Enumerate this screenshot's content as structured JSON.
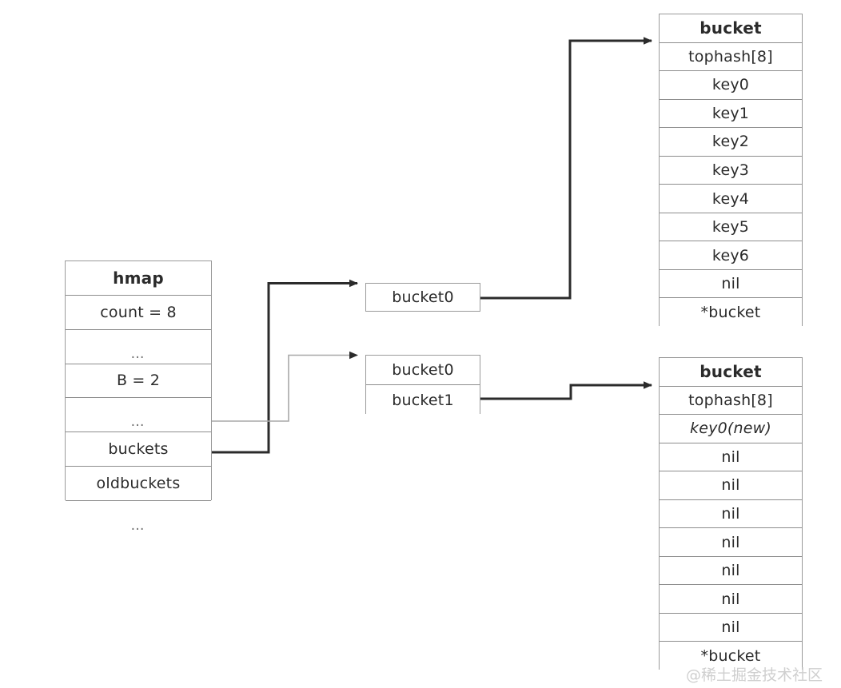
{
  "diagram": {
    "title": "Go map hmap growing / evacuation structure",
    "colors": {
      "box_border": "#9a9a9a",
      "row_divider": "#8d8d8d",
      "wire_dark": "#2b2b2b",
      "wire_light": "#a8a8a8",
      "text": "#2b2b2b",
      "watermark": "#cfcfcf"
    },
    "hmap": {
      "header": "hmap",
      "rows": [
        {
          "label": "hmap",
          "style": "header"
        },
        {
          "label": "count = 8",
          "style": "normal"
        },
        {
          "label": "…",
          "style": "dots"
        },
        {
          "label": "B = 2",
          "style": "normal"
        },
        {
          "label": "…",
          "style": "dots"
        },
        {
          "label": "buckets",
          "style": "normal"
        },
        {
          "label": "oldbuckets",
          "style": "normal"
        },
        {
          "label": "…",
          "style": "dots"
        }
      ]
    },
    "oldbuckets_array": {
      "rows": [
        {
          "label": "bucket0"
        }
      ]
    },
    "buckets_array": {
      "rows": [
        {
          "label": "bucket0"
        },
        {
          "label": "bucket1"
        }
      ]
    },
    "bucket_old": {
      "rows": [
        {
          "label": "bucket",
          "style": "header"
        },
        {
          "label": "tophash[8]",
          "style": "normal"
        },
        {
          "label": "key0",
          "style": "normal"
        },
        {
          "label": "key1",
          "style": "normal"
        },
        {
          "label": "key2",
          "style": "normal"
        },
        {
          "label": "key3",
          "style": "normal"
        },
        {
          "label": "key4",
          "style": "normal"
        },
        {
          "label": "key5",
          "style": "normal"
        },
        {
          "label": "key6",
          "style": "normal"
        },
        {
          "label": "nil",
          "style": "normal"
        },
        {
          "label": "*bucket",
          "style": "normal"
        }
      ]
    },
    "bucket_new": {
      "rows": [
        {
          "label": "bucket",
          "style": "header"
        },
        {
          "label": "tophash[8]",
          "style": "normal"
        },
        {
          "label": "key0(new)",
          "style": "italic"
        },
        {
          "label": "nil",
          "style": "normal"
        },
        {
          "label": "nil",
          "style": "normal"
        },
        {
          "label": "nil",
          "style": "normal"
        },
        {
          "label": "nil",
          "style": "normal"
        },
        {
          "label": "nil",
          "style": "normal"
        },
        {
          "label": "nil",
          "style": "normal"
        },
        {
          "label": "nil",
          "style": "normal"
        },
        {
          "label": "*bucket",
          "style": "normal"
        }
      ]
    },
    "connections": [
      {
        "name": "oldbuckets-to-oldbuckets-array",
        "from": "hmap.oldbuckets",
        "to": "oldbuckets_array",
        "weight": "thick"
      },
      {
        "name": "buckets-to-buckets-array",
        "from": "hmap.buckets",
        "to": "buckets_array",
        "weight": "thin"
      },
      {
        "name": "oldbucket0-to-bucket-old",
        "from": "oldbuckets_array.bucket0",
        "to": "bucket_old",
        "weight": "thick"
      },
      {
        "name": "bucket1-to-bucket-new",
        "from": "buckets_array.bucket1",
        "to": "bucket_new",
        "weight": "thick"
      }
    ],
    "watermark": "@稀土掘金技术社区"
  }
}
